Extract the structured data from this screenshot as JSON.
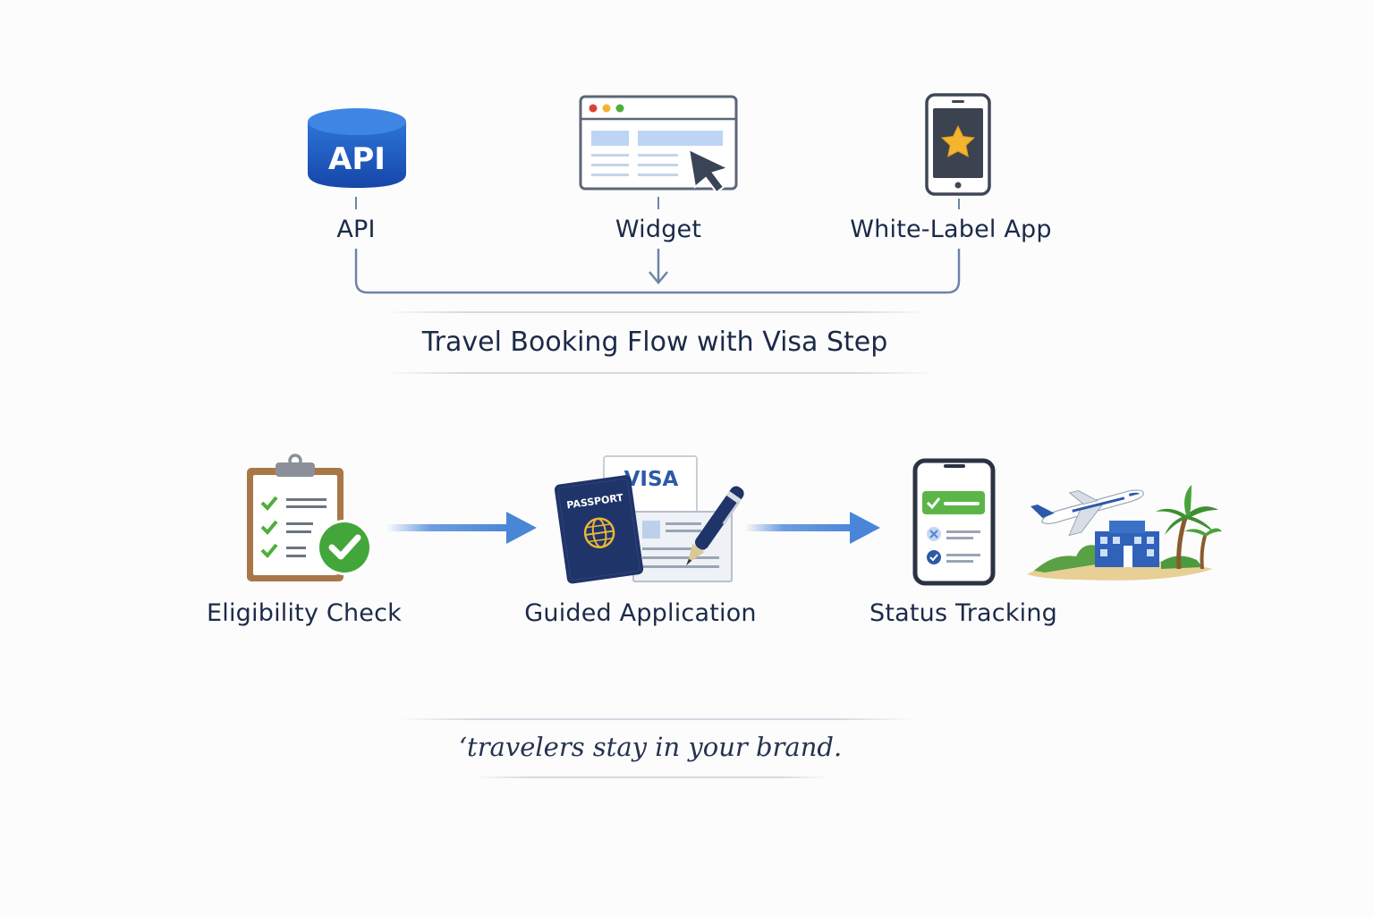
{
  "channels": [
    {
      "label": "API",
      "icon_text": "API",
      "icon": "database-api-icon"
    },
    {
      "label": "Widget",
      "icon": "browser-window-cursor-icon"
    },
    {
      "label": "White-Label App",
      "icon": "phone-star-icon"
    }
  ],
  "title": "Travel Booking Flow with Visa Step",
  "steps": [
    {
      "label": "Eligibility Check",
      "icon": "clipboard-checklist-icon"
    },
    {
      "label": "Guided Application",
      "icon": "passport-visa-form-icon",
      "passport_text": "PASSPORT",
      "visa_text": "VISA"
    },
    {
      "label": "Status Tracking",
      "icon": "phone-status-list-icon"
    }
  ],
  "destination_icon": "airplane-hotel-palm-icon",
  "tagline": "‘travelers stay in your brand.",
  "colors": {
    "api_blue": "#1f5fc4",
    "arrow_blue": "#4a86d8",
    "check_green": "#4caf3a",
    "text_dark": "#1b2a48",
    "connector": "#6f84a6"
  }
}
